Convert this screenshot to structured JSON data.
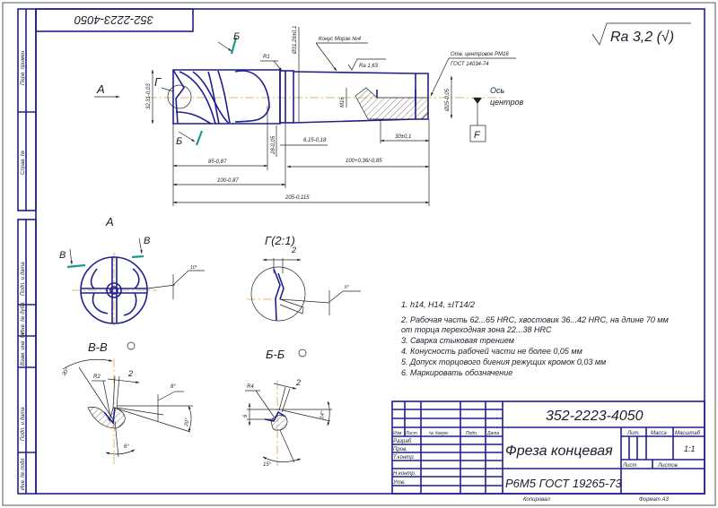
{
  "stamp_top": "352-2223-4050",
  "surface_finish": "Ra 3,2 (√)",
  "main_view": {
    "view_arrow_label": "А",
    "section_mark_top": "Б",
    "section_mark_bottom": "Б",
    "detail_label": "Г",
    "taper_callout": "Конус Морзе №4",
    "taper_roughness": "Ra 1,63",
    "center_hole_line1": "Отв. центровое РМ16",
    "center_hole_line2": "ГОСТ 14034-74",
    "radius": "R1",
    "collar_diameter": "Ø31,26±0,1",
    "cutter_diameter": "32,31-0,03",
    "dim_85": "85-0,87",
    "dim_100": "100-0,87",
    "dim_205": "205-0,115",
    "dim_28": "28-0,05",
    "dim_615": "6,15-0,18",
    "dim_100_shank": "100+0,36/-0,85",
    "dim_30": "30±0,1",
    "dim_m16": "М16",
    "dim_d25": "Ø25-0,05",
    "axis_label_1": "Ось",
    "axis_label_2": "центров",
    "datum": "F"
  },
  "view_a": {
    "title": "А",
    "mark_left": "В",
    "mark_right": "В",
    "angle": "10°"
  },
  "detail_g": {
    "title": "Г(2:1)",
    "dim": "2",
    "angle": "6°"
  },
  "section_vv": {
    "title": "В-В",
    "angle_30": "30°",
    "radius": "R2",
    "dim": "2",
    "angle_8": "8°",
    "angle_20": "20°",
    "angle_6": "6°"
  },
  "section_bb": {
    "title": "Б-Б",
    "radius": "R4",
    "dim": "2",
    "dim_6": "6",
    "angle_14": "14°",
    "angle_15": "15°"
  },
  "notes": [
    "1. h14, H14, ±IT14/2",
    "2. Рабочая часть 62...65 HRC, хвостовик 36...42 HRC, на длине 70 мм",
    "от торца переходная зона 22...38 HRC",
    "3. Сварка стыковая трением",
    "4. Конусность рабочей части не более 0,05 мм",
    "5. Допуск торцового биения режущих кромок 0,03 мм",
    "6. Маркировать обозначение"
  ],
  "title_block": {
    "designation": "352-2223-4050",
    "name": "Фреза концевая",
    "material": "Р6М5 ГОСТ 19265-73",
    "col_headers": [
      "Изм",
      "Лист",
      "№ докум.",
      "Подп.",
      "Дата"
    ],
    "row_labels": [
      "Разраб.",
      "Пров.",
      "Т.контр.",
      "",
      "Н.контр.",
      "Утв."
    ],
    "lit_label": "Лит.",
    "mass_label": "Масса",
    "scale_label": "Масштаб",
    "scale_value": "1:1",
    "sheet_label": "Лист",
    "sheets_label": "Листов",
    "copied": "Копировал",
    "format": "Формат А3"
  },
  "side_strip": [
    "Перв. примен.",
    "Справ. №",
    "Подп. и дата",
    "Инв. № дубл.",
    "Взам. инв. №",
    "Подп. и дата",
    "Инв. № подл."
  ]
}
